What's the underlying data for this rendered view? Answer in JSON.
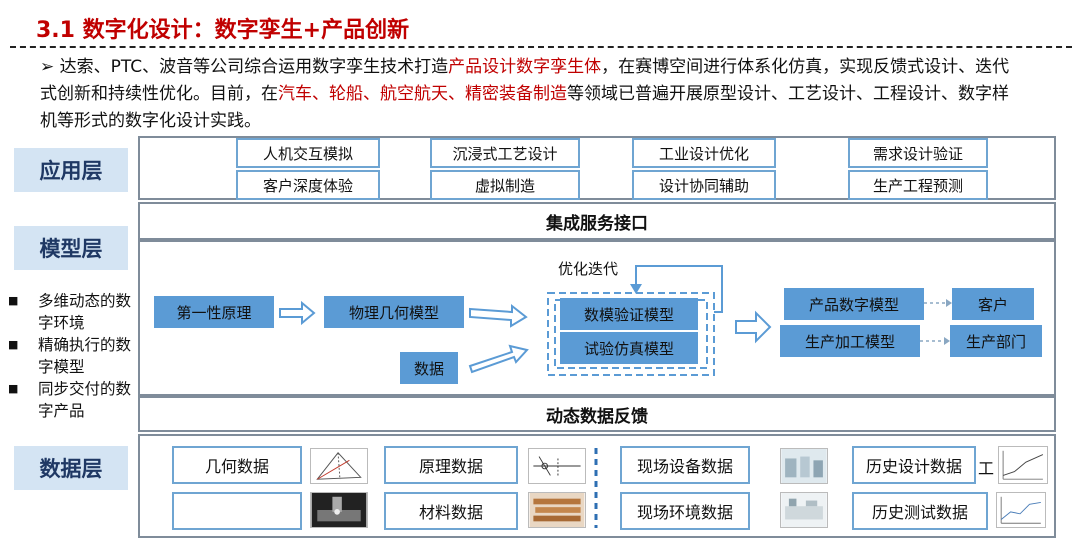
{
  "header": {
    "title": "3.1 数字化设计：数字孪生+产品创新"
  },
  "intro": {
    "marker": "➢",
    "p1": "达索、PTC、波音等公司综合运用数字孪生技术打造",
    "p2": "产品设计数字孪生体",
    "p3": "，在赛博空间进行体系化仿真",
    "p4": "，实现反馈式设计、迭代式创新和持续性优化。目前，在",
    "p5": "汽车、轮船、航空航天、精密装备制造",
    "p6": "等领域",
    "p7": "已普遍开展原型设计、工艺设计、工程设计、数字样机等形式的数字化设计实践。"
  },
  "layers": {
    "application": "应用层",
    "model": "模型层",
    "data": "数据层"
  },
  "bullets": [
    "多维动态的数字环境",
    "精确执行的数字模型",
    "同步交付的数字产品"
  ],
  "application_boxes": {
    "col1_top": "人机交互模拟",
    "col1_bottom": "客户深度体验",
    "col2_top": "沉浸式工艺设计",
    "col2_bottom": "虚拟制造",
    "col3_top": "工业设计优化",
    "col3_bottom": "设计协同辅助",
    "col4_top": "需求设计验证",
    "col4_bottom": "生产工程预测"
  },
  "bands": {
    "integration": "集成服务接口",
    "feedback": "动态数据反馈"
  },
  "model_layer": {
    "first_principle": "第一性原理",
    "physical_model": "物理几何模型",
    "data": "数据",
    "optimize": "优化迭代",
    "numeric_verify": "数模验证模型",
    "test_sim": "试验仿真模型",
    "product_model": "产品数字模型",
    "production_model": "生产加工模型",
    "customer": "客户",
    "production_dept": "生产部门"
  },
  "data_layer": {
    "geometry": "几何数据",
    "principle": "原理数据",
    "material": "材料数据",
    "site_equipment": "现场设备数据",
    "site_environment": "现场环境数据",
    "history_design": "历史设计数据",
    "history_test": "历史测试数据",
    "extra_char": "工"
  },
  "colors": {
    "title_red": "#c00000",
    "label_bg": "#d4e4f3",
    "accent_blue": "#5b9bd5",
    "border_blue": "#6fa5d2"
  }
}
